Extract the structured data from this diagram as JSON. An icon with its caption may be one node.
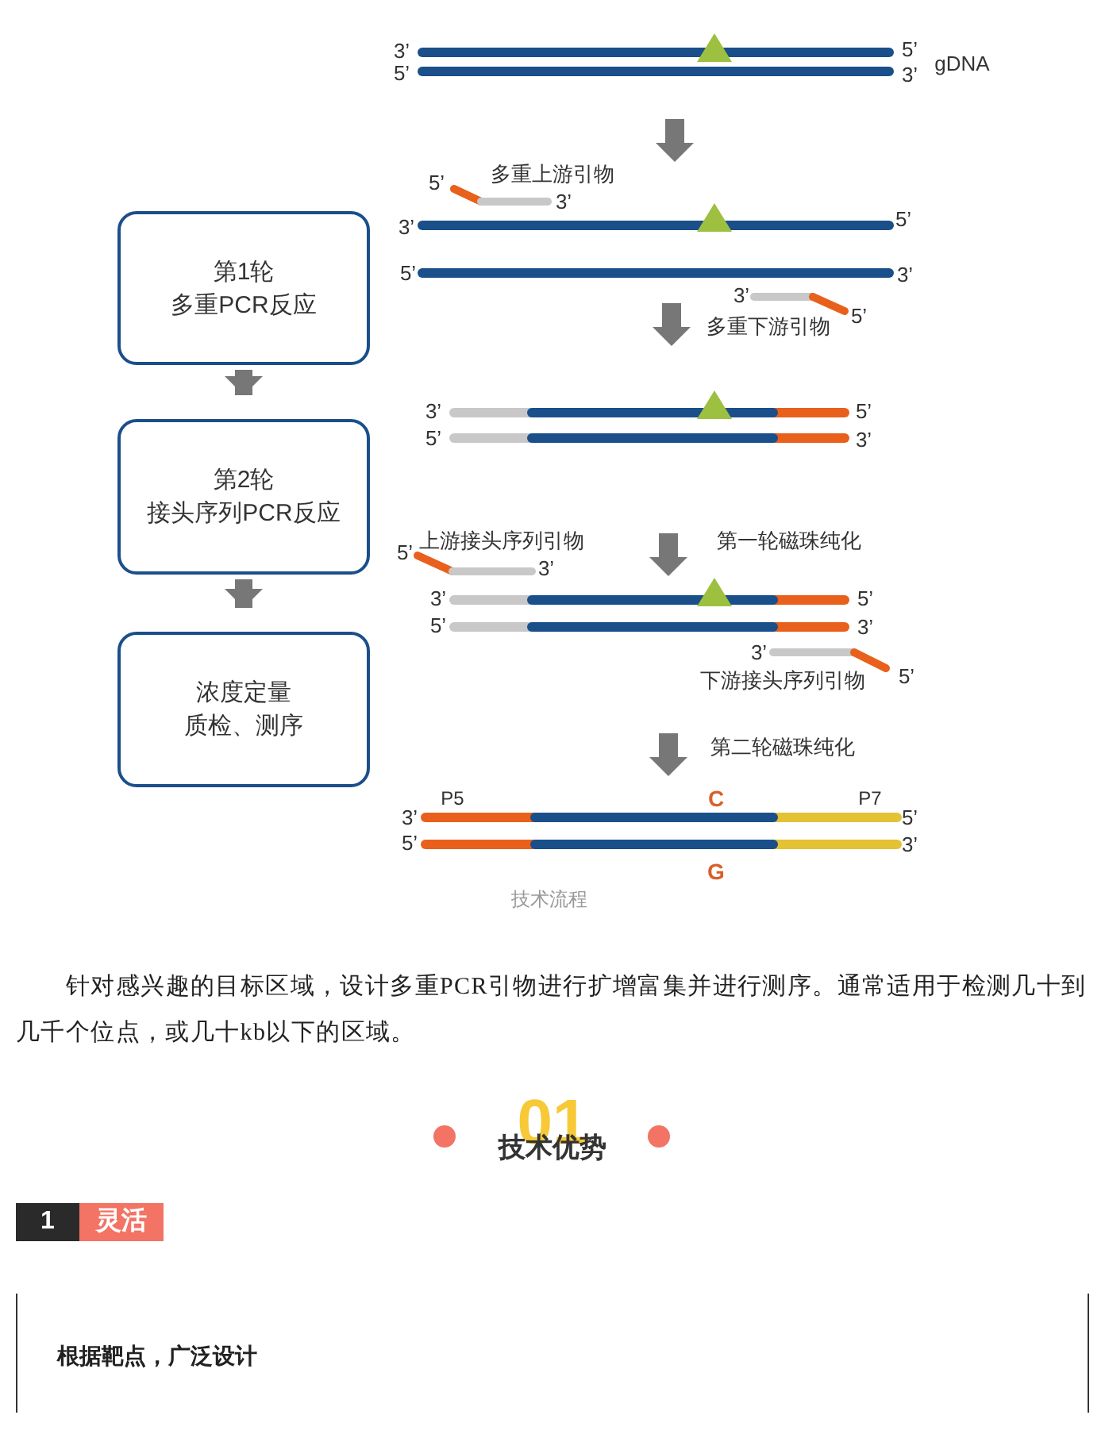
{
  "diagram": {
    "caption": "技术流程",
    "nodes": [
      {
        "text": [
          "第1轮",
          "多重PCR反应"
        ]
      },
      {
        "text": [
          "第2轮",
          "接头序列PCR反应"
        ]
      },
      {
        "text": [
          "浓度定量",
          "质检、测序"
        ]
      }
    ],
    "edges": [
      {
        "from": 0,
        "to": 1,
        "arrow": "to"
      },
      {
        "from": 1,
        "to": 2,
        "arrow": "to"
      }
    ],
    "labels": [
      "3’",
      "5’",
      "5’",
      "3’",
      "gDNA",
      "5’",
      "多重上游引物",
      "3’",
      "3’",
      "5’",
      "5’",
      "3’",
      "3’",
      "5’",
      "多重下游引物",
      "3’",
      "5’",
      "5’",
      "3’",
      "上游接头序列引物",
      "第一轮磁珠纯化",
      "5’",
      "3’",
      "3’",
      "5’",
      "5’",
      "3’",
      "3’",
      "下游接头序列引物",
      "5’",
      "第二轮磁珠纯化",
      "P5",
      "C",
      "P7",
      "3’",
      "5’",
      "5’",
      "3’",
      "G",
      "针对感兴趣的目标区域，设计多重PCR引物进行扩增富集并进行测序。通常适用于检测几十到几千个位点，或几十kb以下的区域。",
      "01",
      "技术优势",
      "1",
      "灵活",
      "根据靶点，广泛设计"
    ]
  }
}
